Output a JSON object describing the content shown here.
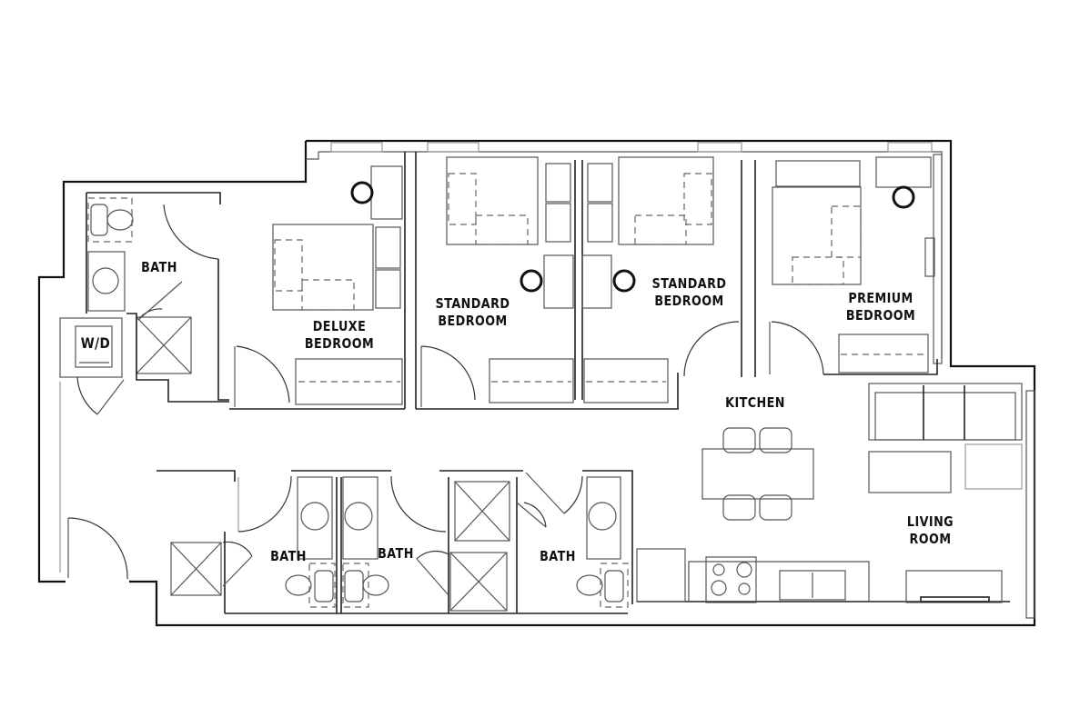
{
  "diagram": {
    "type": "floor-plan",
    "rooms": [
      {
        "id": "bath-1",
        "label": "BATH"
      },
      {
        "id": "wd",
        "label": "W/D"
      },
      {
        "id": "deluxe",
        "label_line1": "DELUXE",
        "label_line2": "BEDROOM"
      },
      {
        "id": "standard-1",
        "label_line1": "STANDARD",
        "label_line2": "BEDROOM"
      },
      {
        "id": "standard-2",
        "label_line1": "STANDARD",
        "label_line2": "BEDROOM"
      },
      {
        "id": "premium",
        "label_line1": "PREMIUM",
        "label_line2": "BEDROOM"
      },
      {
        "id": "kitchen",
        "label": "KITCHEN"
      },
      {
        "id": "living",
        "label_line1": "LIVING",
        "label_line2": "ROOM"
      },
      {
        "id": "bath-2",
        "label": "BATH"
      },
      {
        "id": "bath-3",
        "label": "BATH"
      },
      {
        "id": "bath-4",
        "label": "BATH"
      }
    ],
    "fixtures": [
      "toilet",
      "sink",
      "shower",
      "bed",
      "desk",
      "desk-chair",
      "wardrobe",
      "dining-table",
      "dining-chair",
      "stove",
      "double-sink",
      "refrigerator",
      "sofa",
      "coffee-table",
      "armchair",
      "tv-console"
    ],
    "colors": {
      "wall": "#111111",
      "fixture": "#555555",
      "background": "#ffffff"
    }
  }
}
